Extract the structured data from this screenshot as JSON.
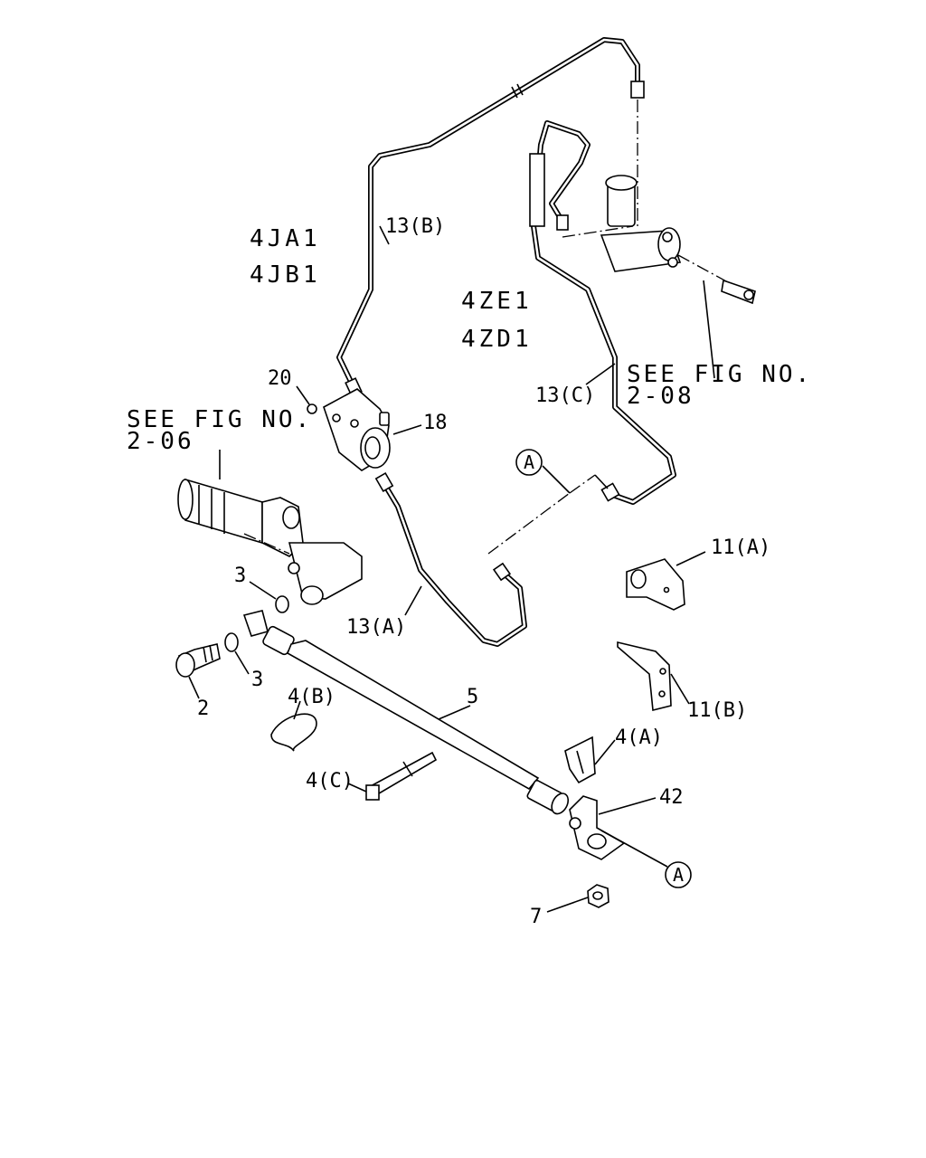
{
  "engines": {
    "group_a": [
      "4JA1",
      "4JB1"
    ],
    "group_b": [
      "4ZE1",
      "4ZD1"
    ]
  },
  "references": {
    "fig_206": {
      "line1": "SEE FIG NO.",
      "line2": "2-06"
    },
    "fig_208": {
      "line1": "SEE FIG NO.",
      "line2": "2-08"
    }
  },
  "callouts": {
    "p13b": "13(B)",
    "p13c": "13(C)",
    "p13a": "13(A)",
    "p20": "20",
    "p18": "18",
    "p3_upper": "3",
    "p3_lower": "3",
    "p2": "2",
    "p4b": "4(B)",
    "p4c": "4(C)",
    "p4a": "4(A)",
    "p5": "5",
    "p11a": "11(A)",
    "p11b": "11(B)",
    "p42": "42",
    "p7": "7"
  },
  "reference_markers": {
    "upper": "A",
    "lower": "A"
  }
}
